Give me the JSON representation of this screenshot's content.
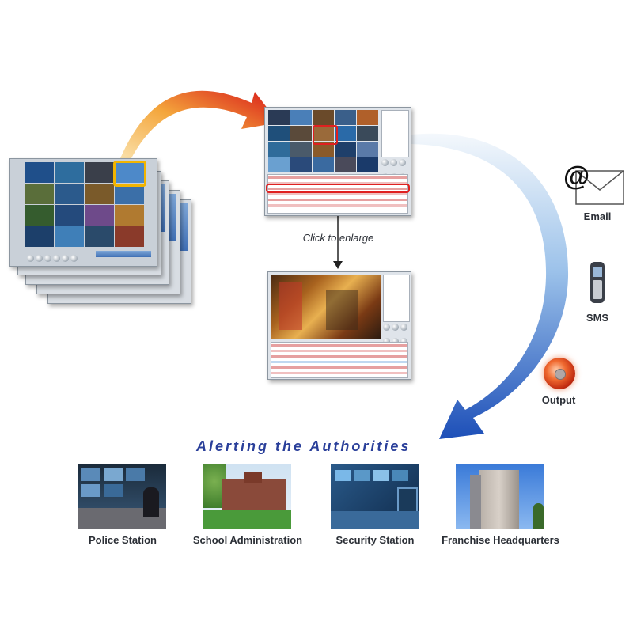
{
  "annotation": {
    "click_to_enlarge": "Click to enlarge"
  },
  "outputs": {
    "email_label": "Email",
    "email_glyph": "@",
    "sms_label": "SMS",
    "output_label": "Output"
  },
  "alert_title": "Alerting the Authorities",
  "destinations": [
    {
      "label": "Police Station"
    },
    {
      "label": "School Administration"
    },
    {
      "label": "Security Station"
    },
    {
      "label": "Franchise Headquarters"
    }
  ],
  "colors": {
    "title_blue": "#2a3f9a",
    "arrow_orange": "#f0a040",
    "arrow_red": "#d81e1e",
    "arrow_blue": "#2d5fc0",
    "highlight_red": "#e02020",
    "highlight_yellow": "#f2b400"
  }
}
